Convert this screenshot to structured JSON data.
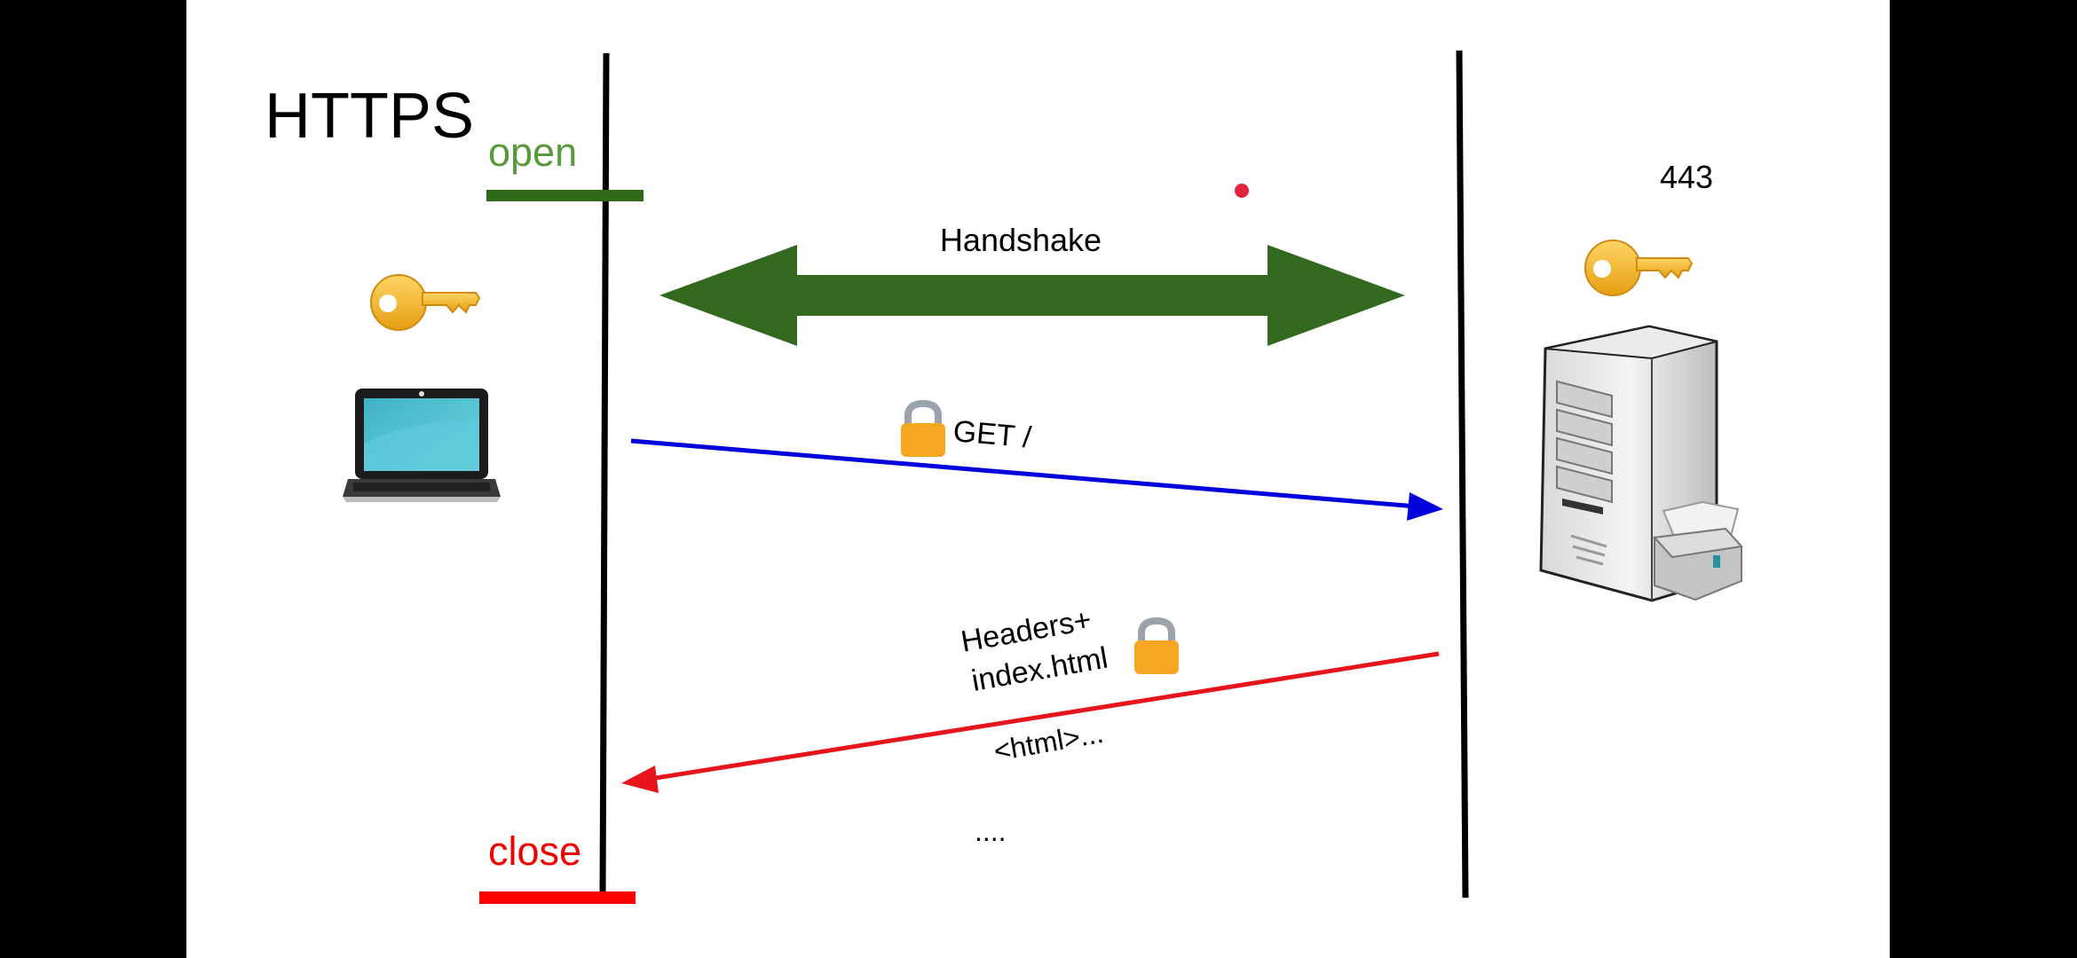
{
  "slide": {
    "title": "HTTPS",
    "open_label": "open",
    "close_label": "close",
    "port_label": "443",
    "handshake_label": "Handshake",
    "request_label": "GET /",
    "response_label_line1": "Headers+",
    "response_label_line2": "index.html",
    "response_body_label": "<html>...",
    "continuation_label": "...."
  },
  "icons": {
    "client_key": "key-icon",
    "server_key": "key-icon",
    "client_device": "laptop-icon",
    "server_device": "server-tower-icon",
    "request_lock": "padlock-icon",
    "response_lock": "padlock-icon",
    "pointer": "red-laser-dot"
  },
  "colors": {
    "slide_background": "#ffffff",
    "letterbox": "#000000",
    "open": "#5a9a3c",
    "open_bar": "#2e6a1a",
    "close": "#ee0000",
    "handshake": "#33691e",
    "request": "#0000dd",
    "response": "#e8141c",
    "timeline": "#000000",
    "key": "#f5b52a",
    "lock": "#f6a623",
    "screen": "#4bbfd0"
  }
}
